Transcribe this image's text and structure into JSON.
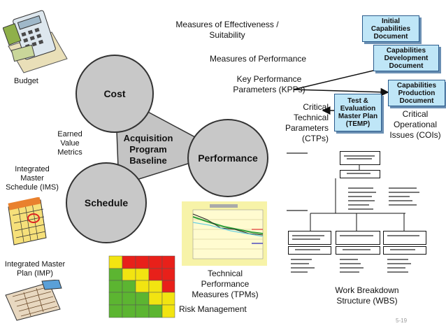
{
  "labels": {
    "moe": "Measures of Effectiveness / Suitability",
    "mop": "Measures of Performance",
    "kpp": "Key Performance Parameters (KPPs)",
    "ctp": "Critical Technical Parameters (CTPs)",
    "coi": "Critical Operational Issues (COIs)",
    "budget": "Budget",
    "earned_value": "Earned Value Metrics",
    "ims": "Integrated Master Schedule (IMS)",
    "imp": "Integrated Master Plan (IMP)",
    "tpm": "Technical Performance Measures (TPMs)",
    "risk": "Risk Management",
    "wbs": "Work Breakdown Structure (WBS)",
    "page": "5-19"
  },
  "circles": {
    "cost": "Cost",
    "performance": "Performance",
    "schedule": "Schedule",
    "baseline": "Acquisition Program Baseline"
  },
  "documents": {
    "icd": "Initial Capabilities Document",
    "cdd": "Capabilities Development Document",
    "cpd": "Capabilities Production Document",
    "temp": "Test & Evaluation Master Plan (TEMP)"
  },
  "colors": {
    "doc_fill": "#bfe6f7",
    "circle_fill": "#c8c8c8",
    "risk_red": "#e8201a",
    "risk_yellow": "#f2e411",
    "risk_green": "#5cb531",
    "tpm_bg": "#f7f3a8"
  },
  "icons": [
    "calculator-icon",
    "calendar-icon",
    "plan-sheet-icon"
  ]
}
